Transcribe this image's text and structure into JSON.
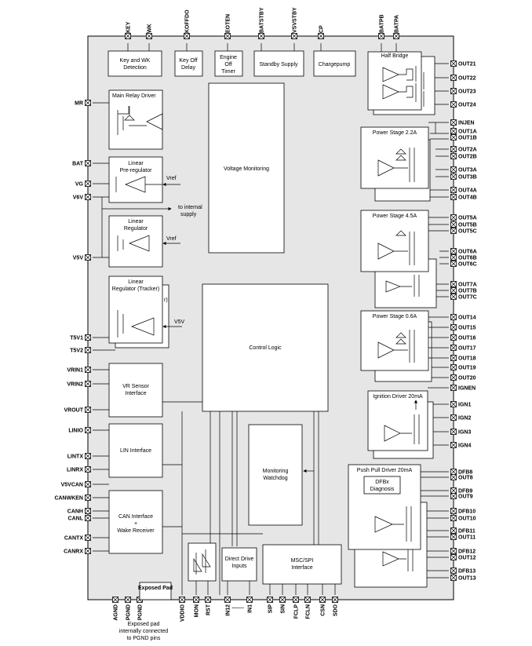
{
  "chip": {
    "exposed_pad_label": "Exposed Pad",
    "exposed_pad_note": [
      "Exposed pad",
      "internally connected",
      "to PGND pins"
    ]
  },
  "top_pins": [
    "KEY",
    "WK",
    "KOFFDO",
    "EOTEN",
    "BATSTBY",
    "VSVSTBY",
    "CP",
    "BATPB",
    "BATPA"
  ],
  "left_pins": [
    "MR",
    "BAT",
    "VG",
    "V6V",
    "V5V",
    "T5V1",
    "T5V2",
    "VRIN1",
    "VRIN2",
    "VROUT",
    "LINIO",
    "LINTX",
    "LINRX",
    "V5VCAN",
    "CANWKEN",
    "CANH",
    "CANL",
    "CANTX",
    "CANRX"
  ],
  "bottom_pins": [
    "AGND",
    "PGND",
    "PGND",
    "VDDIO",
    "MON",
    "RST",
    "IN12",
    "IN1",
    "SIP",
    "SIN",
    "FCLP",
    "FCLN",
    "CSN",
    "SDO"
  ],
  "bottom_ellipsis": "........",
  "right_pins": [
    "OUT21",
    "OUT22",
    "OUT23",
    "OUT24",
    "INJEN",
    "OUT1A",
    "OUT1B",
    "OUT2A",
    "OUT2B",
    "OUT3A",
    "OUT3B",
    "OUT4A",
    "OUT4B",
    "OUT5A",
    "OUT5B",
    "OUT5C",
    "OUT6A",
    "OUT6B",
    "OUT6C",
    "OUT7A",
    "OUT7B",
    "OUT7C",
    "OUT14",
    "OUT15",
    "OUT16",
    "OUT17",
    "OUT18",
    "OUT19",
    "OUT20",
    "IGNEN",
    "IGN1",
    "IGN2",
    "IGN3",
    "IGN4",
    "DFB8",
    "OUT8",
    "DFB9",
    "OUT9",
    "DFB10",
    "OUT10",
    "DFB11",
    "OUT11",
    "DFB12",
    "OUT12",
    "DFB13",
    "OUT13"
  ],
  "blocks": {
    "key_wk_detection": [
      "Key and WK",
      "Detection"
    ],
    "key_off_delay": [
      "Key Off",
      "Delay"
    ],
    "engine_off_timer": [
      "Engine",
      "Off",
      "Timer"
    ],
    "standby_supply": "Standby Supply",
    "chargepump": "Chargepump",
    "half_bridge": "Half Bridge",
    "main_relay_driver": "Main Relay Driver",
    "linear_preregulator": [
      "Linear",
      "Pre-regulator"
    ],
    "voltage_monitoring": "Voltage Monitoring",
    "to_internal_supply": [
      "to internal",
      "supply"
    ],
    "linear_regulator": [
      "Linear",
      "Regulator"
    ],
    "linear_regulator_tracker": [
      "Linear",
      "Regulator (Tracker)"
    ],
    "tracker_partial": "r)",
    "vref": "Vref",
    "v5v_label": "V5V",
    "control_logic": "Control Logic",
    "power_stage_22": "Power Stage 2.2A",
    "power_stage_45": "Power Stage 4.5A",
    "power_stage_06": "Power Stage 0.6A",
    "ignition_driver": "Ignition Driver 20mA",
    "push_pull_driver": "Push Pull Driver 20mA",
    "dfbx_diagnosis": [
      "DFBx",
      "Diagnosis"
    ],
    "vr_sensor_interface": [
      "VR Sensor",
      "Interface"
    ],
    "lin_interface": "LIN Interface",
    "can_interface": [
      "CAN Interface",
      "+",
      "Wake Receiver"
    ],
    "monitoring_watchdog": [
      "Monitoring",
      "Watchdog"
    ],
    "direct_drive_inputs": [
      "Direct Drive",
      "Inputs"
    ],
    "msc_spi_interface": [
      "MSC/SPI",
      "Interface"
    ]
  }
}
